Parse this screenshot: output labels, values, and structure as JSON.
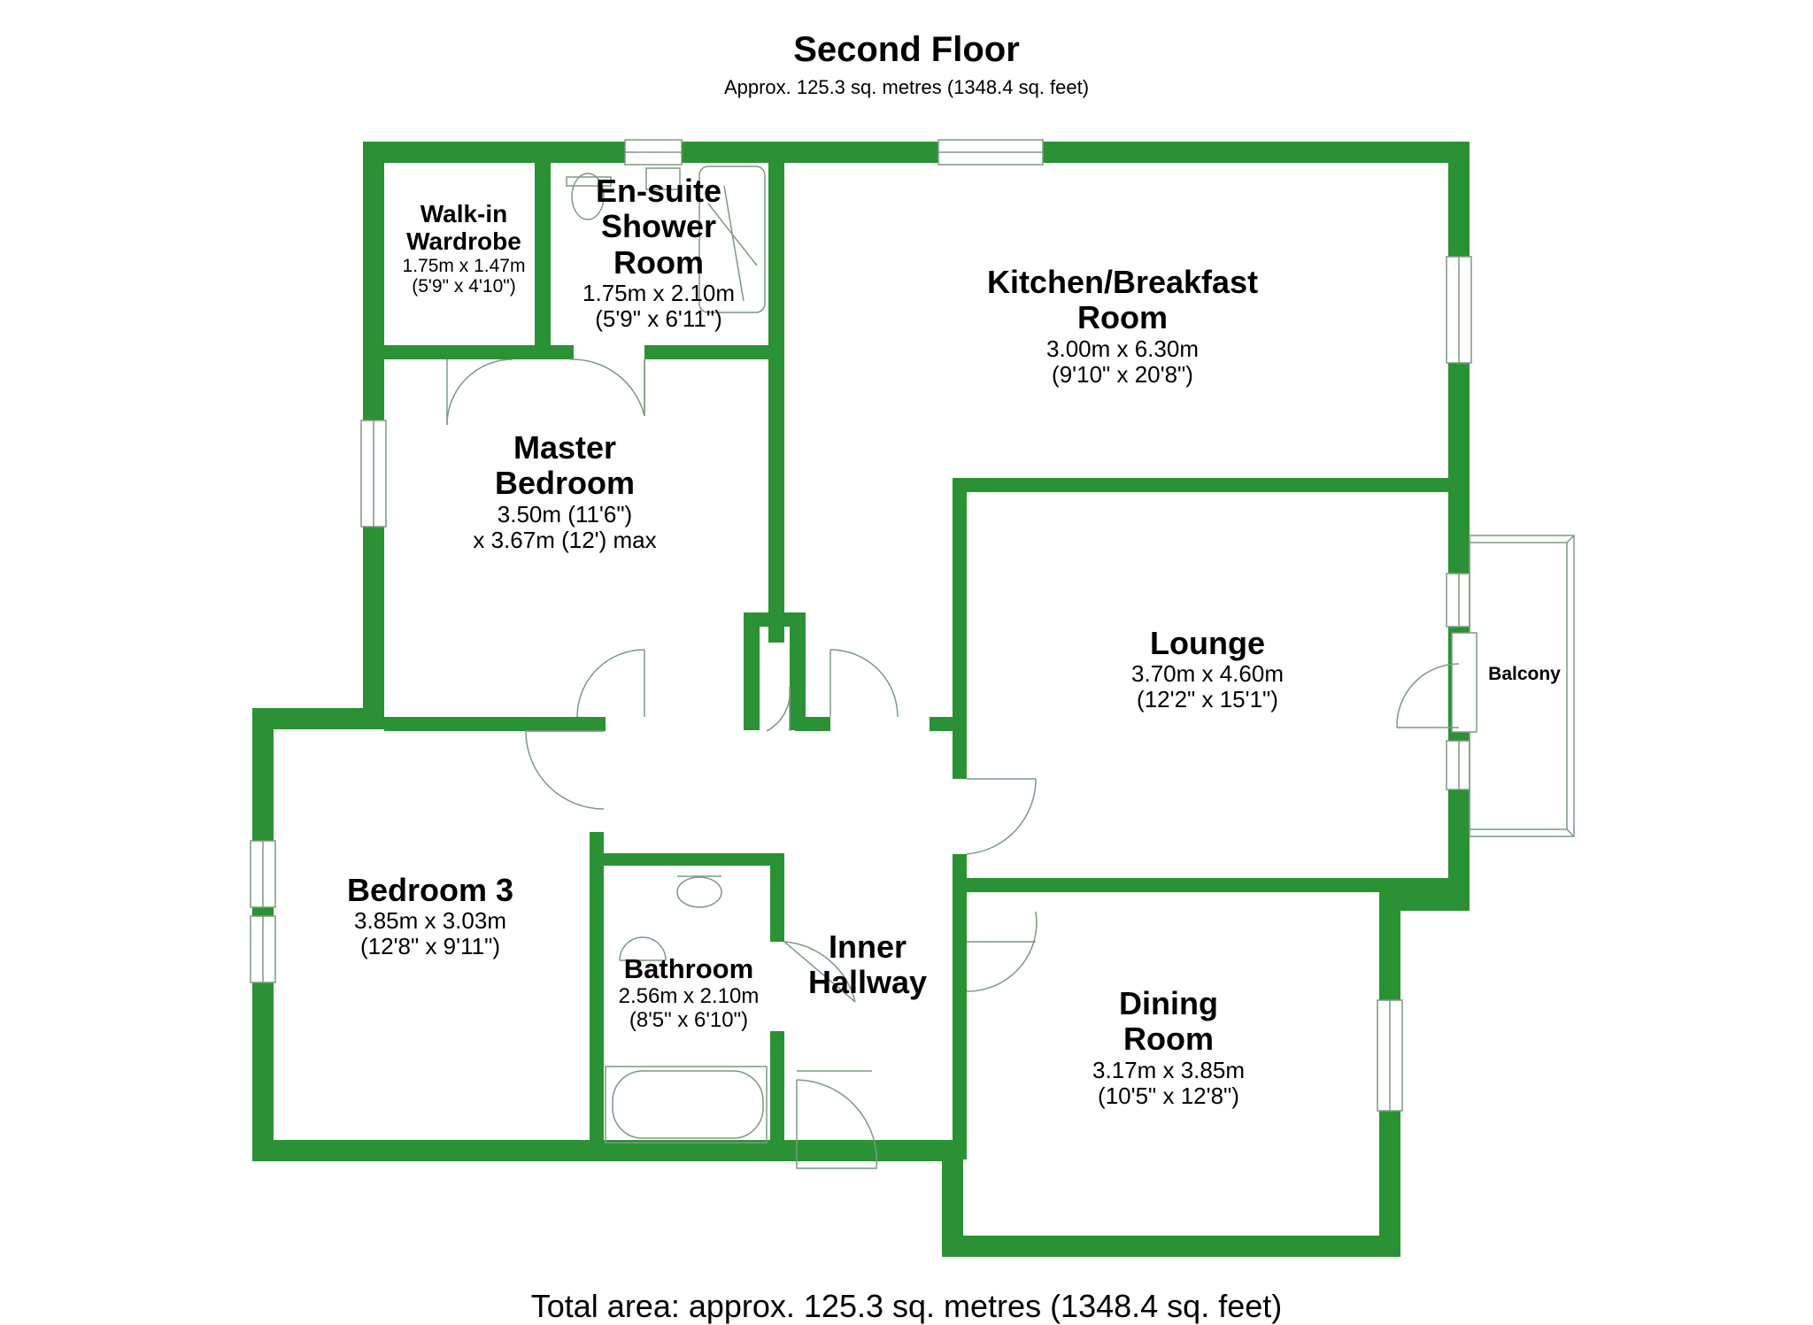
{
  "floor": {
    "title": "Second Floor",
    "subtitle": "Approx. 125.3 sq. metres (1348.4 sq. feet)",
    "total": "Total area: approx. 125.3 sq. metres (1348.4 sq. feet)"
  },
  "rooms": {
    "walkin": {
      "name1": "Walk-in",
      "name2": "Wardrobe",
      "dim1": "1.75m x 1.47m",
      "dim2": "(5'9\" x 4'10\")"
    },
    "ensuite": {
      "name1": "En-suite",
      "name2": "Shower",
      "name3": "Room",
      "dim1": "1.75m x 2.10m",
      "dim2": "(5'9\" x 6'11\")"
    },
    "kitchen": {
      "name1": "Kitchen/Breakfast",
      "name2": "Room",
      "dim1": "3.00m x 6.30m",
      "dim2": "(9'10\" x 20'8\")"
    },
    "master": {
      "name1": "Master",
      "name2": "Bedroom",
      "dim1": "3.50m (11'6\")",
      "dim2": "x 3.67m (12') max"
    },
    "lounge": {
      "name1": "Lounge",
      "dim1": "3.70m x 4.60m",
      "dim2": "(12'2\" x 15'1\")"
    },
    "balcony": {
      "name1": "Balcony"
    },
    "bedroom3": {
      "name1": "Bedroom 3",
      "dim1": "3.85m x 3.03m",
      "dim2": "(12'8\" x 9'11\")"
    },
    "bathroom": {
      "name1": "Bathroom",
      "dim1": "2.56m x 2.10m",
      "dim2": "(8'5\" x 6'10\")"
    },
    "hallway": {
      "name1": "Inner",
      "name2": "Hallway"
    },
    "dining": {
      "name1": "Dining",
      "name2": "Room",
      "dim1": "3.17m x 3.85m",
      "dim2": "(10'5\" x 12'8\")"
    }
  },
  "colors": {
    "wall": "#2a9134",
    "fixture": "#7a9a7f",
    "background": "#ffffff"
  }
}
